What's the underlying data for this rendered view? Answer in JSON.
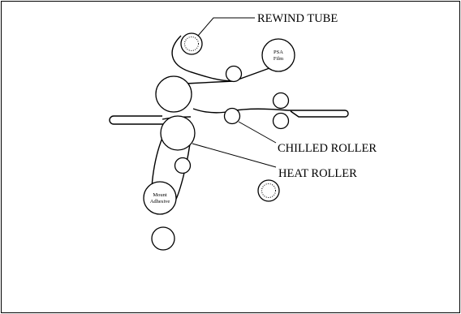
{
  "labels": {
    "rewind_tube": "REWIND TUBE",
    "chilled_roller": "CHILLED ROLLER",
    "heat_roller": "HEAT ROLLER",
    "psa_film_line1": "PSA",
    "psa_film_line2": "Film",
    "mount_adhesive_line1": "Mount",
    "mount_adhesive_line2": "Adhesive"
  }
}
